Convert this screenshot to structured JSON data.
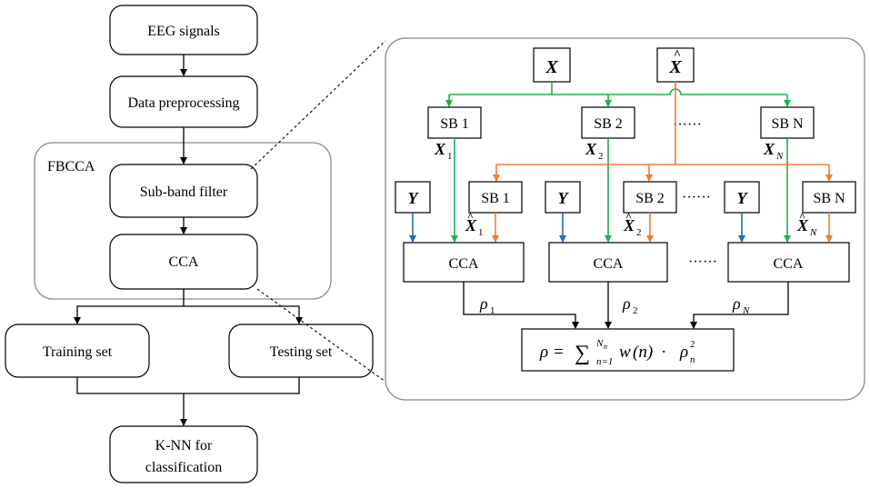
{
  "left_flow": {
    "eeg": "EEG signals",
    "preprocess": "Data preprocessing",
    "group_label": "FBCCA",
    "subband": "Sub-band filter",
    "cca": "CCA",
    "training": "Training set",
    "testing": "Testing set",
    "knn_line1": "K-NN for",
    "knn_line2": "classification"
  },
  "detail": {
    "x_label": "X",
    "xhat_label": "X",
    "y_label": "Y",
    "sb1": "SB 1",
    "sb2": "SB 2",
    "sbn": "SB N",
    "dots": "······",
    "cca": "CCA",
    "x_sub_1": "1",
    "x_sub_2": "2",
    "x_sub_n": "N",
    "rho": "ρ",
    "rho_sub_1": "1",
    "rho_sub_2": "2",
    "rho_sub_n": "N",
    "formula_lhs": "ρ = ",
    "formula_sum": "∑",
    "formula_upper": "N",
    "formula_upper_sub": "n",
    "formula_lower": "n=1",
    "formula_w": "w",
    "formula_arg": "(n)",
    "formula_dot": " · ",
    "formula_rho": "ρ",
    "formula_rho_sub": "n",
    "formula_rho_sup": "2"
  },
  "colors": {
    "green": "#1db14b",
    "orange": "#ef7d31",
    "blue": "#1f6fbf"
  }
}
